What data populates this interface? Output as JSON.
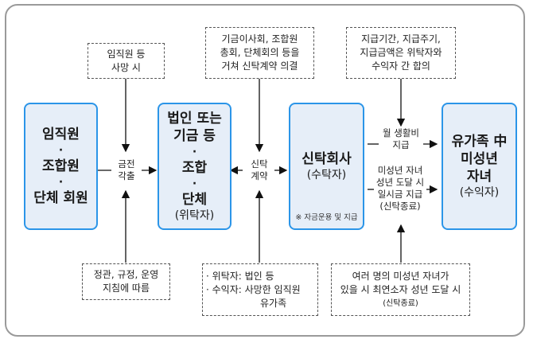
{
  "boxes": {
    "members": {
      "line1": "임직원",
      "dot1": "·",
      "line2": "조합원",
      "dot2": "·",
      "line3": "단체 회원"
    },
    "trustor": {
      "line1": "법인 또는",
      "line2": "기금 등",
      "dot1": "·",
      "line3": "조합",
      "dot2": "·",
      "line4": "단체",
      "role": "(위탁자)"
    },
    "trustee": {
      "line1": "신탁회사",
      "role": "(수탁자)",
      "note": "※ 자금운용 및 지급"
    },
    "beneficiary": {
      "line1": "유가족 中",
      "line2": "미성년",
      "line3": "자녀",
      "role": "(수익자)"
    }
  },
  "notes": {
    "death": [
      "임직원 등",
      "사망 시"
    ],
    "rules": [
      "정관, 규정, 운영",
      "지침에 따름"
    ],
    "board": [
      "기금이사회, 조합원",
      "총회, 단체회의 등을",
      "거쳐 신탁계약 의결"
    ],
    "parties": [
      "· 위탁자: 법인 등",
      "· 수익자: 사망한 임직원",
      "유가족"
    ],
    "agreement": [
      "지급기간, 지급주기,",
      "지급금액은 위탁자와",
      "수익자 간 합의"
    ],
    "termination": [
      "여러 명의 미성년 자녀가",
      "있을 시 최연소자 성년 도달 시",
      "(신탁종료)"
    ]
  },
  "labels": {
    "contribution": [
      "금전",
      "각출"
    ],
    "trust_contract": [
      "신탁",
      "계약"
    ],
    "monthly": [
      "월 생활비",
      "지급"
    ],
    "lump_sum": [
      "미성년 자녀",
      "성년 도달 시",
      "일시금 지급",
      "(신탁종료)"
    ]
  },
  "colors": {
    "box_fill": "#e6eef8",
    "box_border": "#2b95e8"
  }
}
